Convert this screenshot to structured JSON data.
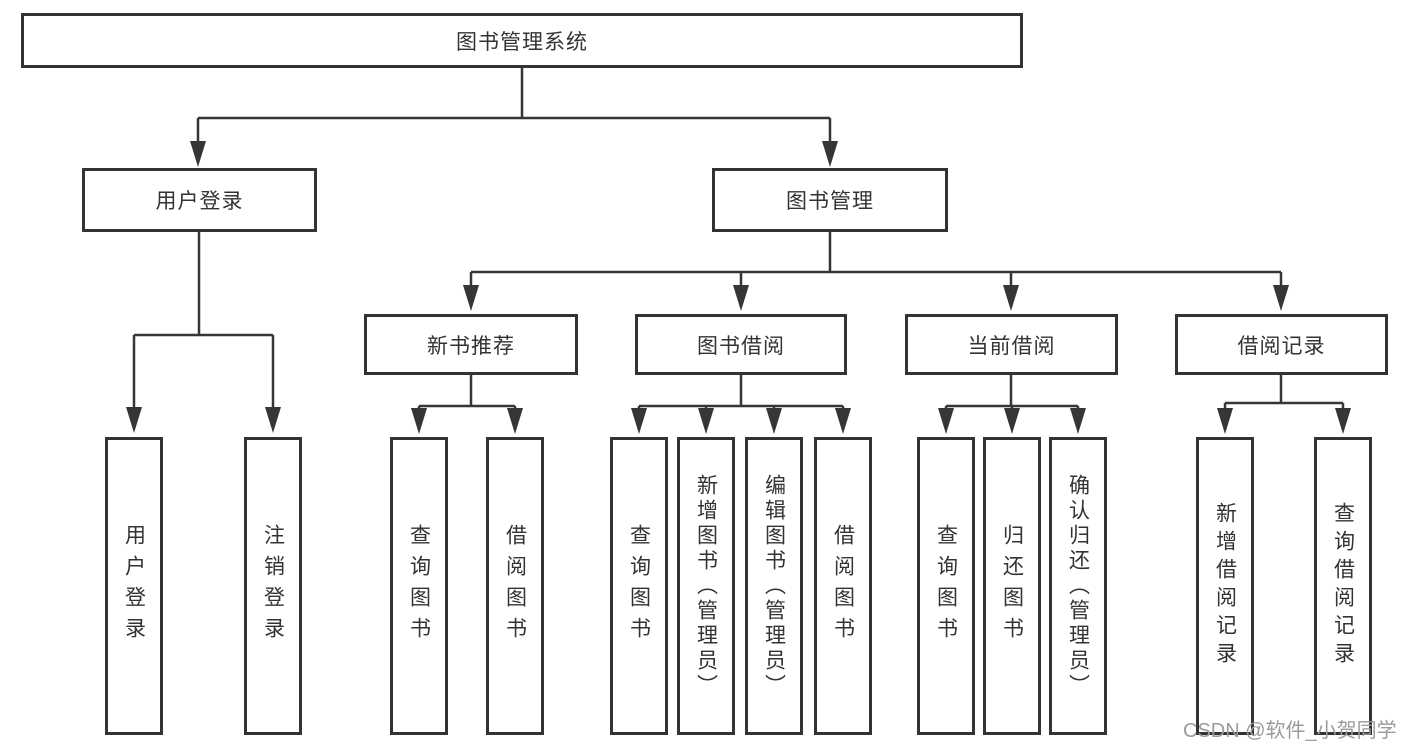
{
  "diagram": {
    "root": {
      "label": "图书管理系统"
    },
    "branches": [
      {
        "label": "用户登录",
        "children": [
          {
            "label": "用户登录"
          },
          {
            "label": "注销登录"
          }
        ]
      },
      {
        "label": "图书管理",
        "children": [
          {
            "label": "新书推荐",
            "children": [
              {
                "label": "查询图书"
              },
              {
                "label": "借阅图书"
              }
            ]
          },
          {
            "label": "图书借阅",
            "children": [
              {
                "label": "查询图书"
              },
              {
                "label": "新增图书（管理员）"
              },
              {
                "label": "编辑图书（管理员）"
              },
              {
                "label": "借阅图书"
              }
            ]
          },
          {
            "label": "当前借阅",
            "children": [
              {
                "label": "查询图书"
              },
              {
                "label": "归还图书"
              },
              {
                "label": "确认归还（管理员）"
              }
            ]
          },
          {
            "label": "借阅记录",
            "children": [
              {
                "label": "新增借阅记录"
              },
              {
                "label": "查询借阅记录"
              }
            ]
          }
        ]
      }
    ]
  },
  "watermark": {
    "text": "CSDN @软件_小贺同学"
  },
  "colors": {
    "line": "#363636",
    "box_border": "#333333",
    "text": "#333333",
    "watermark": "#9b9b9b",
    "background": "#ffffff"
  }
}
